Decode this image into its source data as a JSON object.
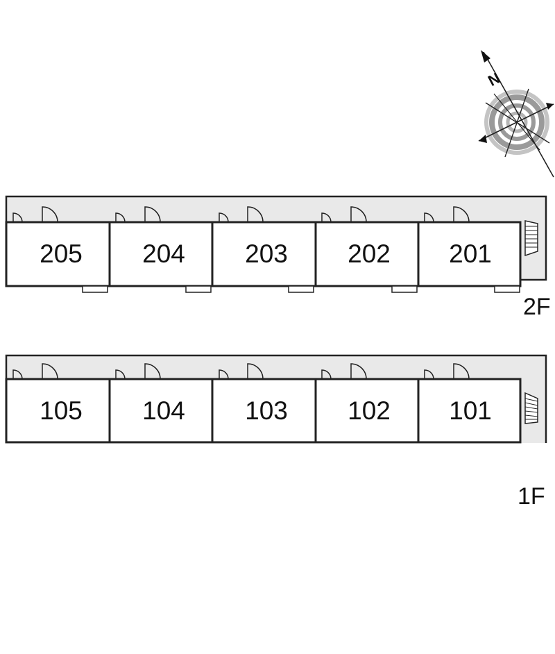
{
  "compass": {
    "north_label": "N",
    "icon": "compass-rose-icon",
    "colors": {
      "ring": "#9a9a9a",
      "ring_light": "#c8c8c8",
      "lines": "#222222"
    }
  },
  "floors": [
    {
      "label": "2F",
      "units": [
        "205",
        "204",
        "203",
        "202",
        "201"
      ],
      "corridor_color": "#e9e9e9",
      "stair_icon": "staircase-icon"
    },
    {
      "label": "1F",
      "units": [
        "105",
        "104",
        "103",
        "102",
        "101"
      ],
      "corridor_color": "#e9e9e9",
      "stair_icon": "staircase-icon"
    }
  ]
}
